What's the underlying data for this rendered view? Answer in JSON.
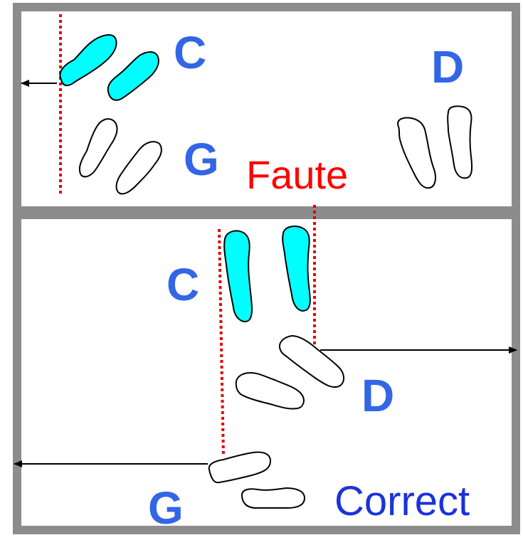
{
  "top_panel": {
    "label_c": "C",
    "label_d": "D",
    "label_g": "G"
  },
  "bottom_panel": {
    "label_c": "C",
    "label_d": "D",
    "label_g": "G"
  },
  "verdicts": {
    "fault": "Faute",
    "correct": "Correct"
  },
  "colors": {
    "frame": "#8c8c8c",
    "label_blue": "#3366e6",
    "fault_red": "#ff0000",
    "correct_blue": "#1a33d9",
    "highlight_fill": "#00ffff",
    "outline": "#000000"
  }
}
